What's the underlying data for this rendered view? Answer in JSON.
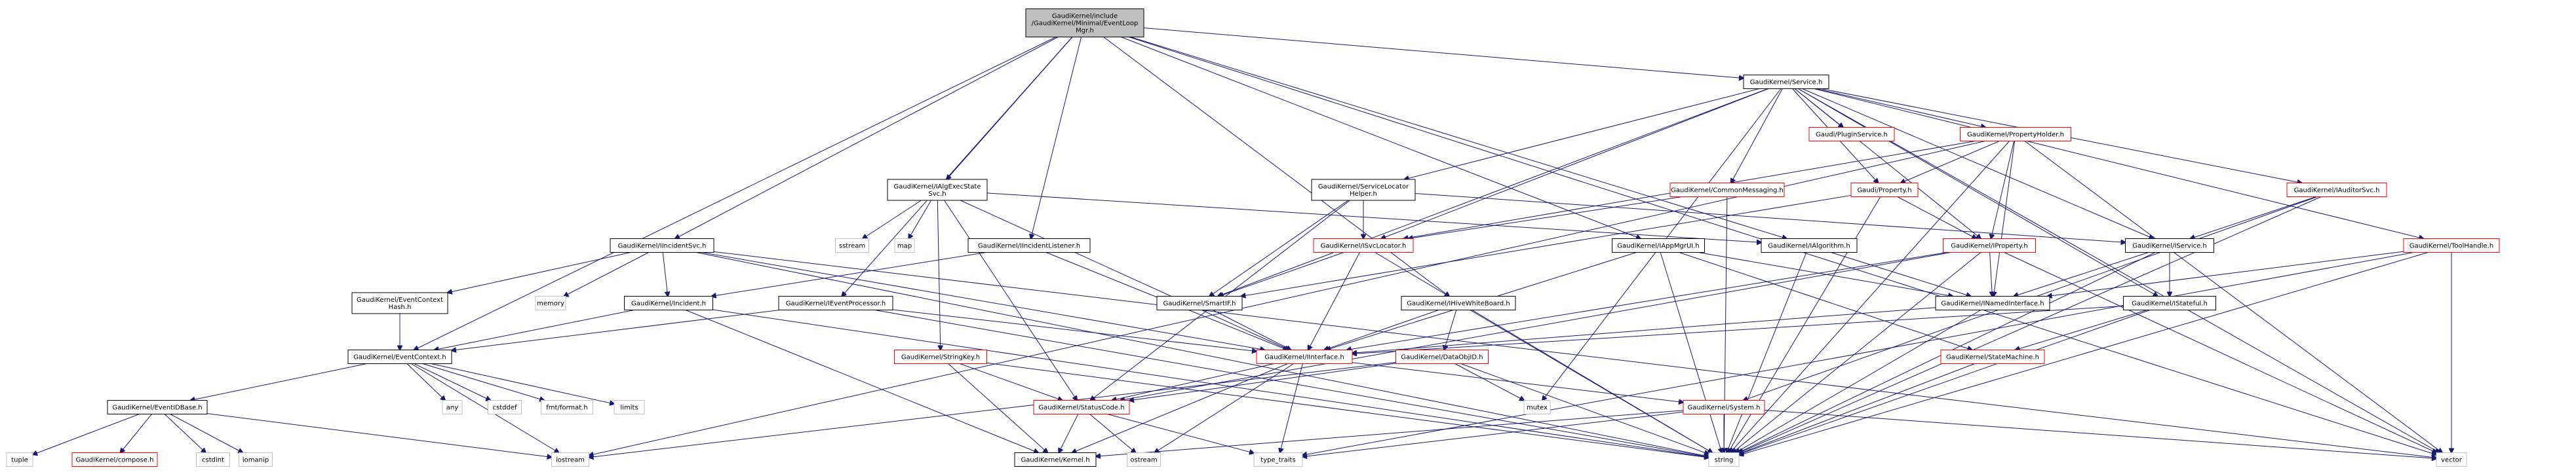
{
  "diagram": {
    "type": "include-dependency-graph",
    "colors": {
      "edge": "#191970",
      "box_default": "#000000",
      "box_red": "#ff0000",
      "box_gray": "#bfbfbf",
      "root_fill": "#bfbfbf",
      "text": "#000000"
    },
    "nodes": [
      {
        "id": "root",
        "lines": [
          "GaudiKernel/include",
          "/GaudiKernel/Minimal/EventLoop",
          "Mgr.h"
        ],
        "style": "root"
      },
      {
        "id": "service",
        "lines": [
          "GaudiKernel/Service.h"
        ],
        "style": "black"
      },
      {
        "id": "pluginservice",
        "lines": [
          "Gaudi/PluginService.h"
        ],
        "style": "red"
      },
      {
        "id": "propertyholder",
        "lines": [
          "GaudiKernel/PropertyHolder.h"
        ],
        "style": "red"
      },
      {
        "id": "commonmessaging",
        "lines": [
          "GaudiKernel/CommonMessaging.h"
        ],
        "style": "red"
      },
      {
        "id": "gaudiproperty",
        "lines": [
          "Gaudi/Property.h"
        ],
        "style": "red"
      },
      {
        "id": "iproperty",
        "lines": [
          "GaudiKernel/IProperty.h"
        ],
        "style": "red"
      },
      {
        "id": "iauditorsvc",
        "lines": [
          "GaudiKernel/IAuditorSvc.h"
        ],
        "style": "red"
      },
      {
        "id": "toolhandle",
        "lines": [
          "GaudiKernel/ToolHandle.h"
        ],
        "style": "red"
      },
      {
        "id": "servicelocatorhelper",
        "lines": [
          "GaudiKernel/ServiceLocator",
          "Helper.h"
        ],
        "style": "black"
      },
      {
        "id": "isvclocator",
        "lines": [
          "GaudiKernel/ISvcLocator.h"
        ],
        "style": "red"
      },
      {
        "id": "ialgexecstatesvc",
        "lines": [
          "GaudiKernel/IAlgExecState",
          "Svc.h"
        ],
        "style": "black"
      },
      {
        "id": "iincidentsvc",
        "lines": [
          "GaudiKernel/IIncidentSvc.h"
        ],
        "style": "black"
      },
      {
        "id": "iincidentlistener",
        "lines": [
          "GaudiKernel/IIncidentListener.h"
        ],
        "style": "black"
      },
      {
        "id": "iappmgrui",
        "lines": [
          "GaudiKernel/IAppMgrUI.h"
        ],
        "style": "black"
      },
      {
        "id": "ialgorithm",
        "lines": [
          "GaudiKernel/IAlgorithm.h"
        ],
        "style": "black"
      },
      {
        "id": "iservice",
        "lines": [
          "GaudiKernel/IService.h"
        ],
        "style": "black"
      },
      {
        "id": "eventcontexthash",
        "lines": [
          "GaudiKernel/EventContext",
          "Hash.h"
        ],
        "style": "black"
      },
      {
        "id": "incident",
        "lines": [
          "GaudiKernel/Incident.h"
        ],
        "style": "black"
      },
      {
        "id": "ieventprocessor",
        "lines": [
          "GaudiKernel/IEventProcessor.h"
        ],
        "style": "black"
      },
      {
        "id": "smartif",
        "lines": [
          "GaudiKernel/SmartIF.h"
        ],
        "style": "black"
      },
      {
        "id": "ihivewhiteboard",
        "lines": [
          "GaudiKernel/IHiveWhiteBoard.h"
        ],
        "style": "black"
      },
      {
        "id": "inamedinterface",
        "lines": [
          "GaudiKernel/INamedInterface.h"
        ],
        "style": "black"
      },
      {
        "id": "istateful",
        "lines": [
          "GaudiKernel/IStateful.h"
        ],
        "style": "black"
      },
      {
        "id": "eventcontext",
        "lines": [
          "GaudiKernel/EventContext.h"
        ],
        "style": "black"
      },
      {
        "id": "stringkey",
        "lines": [
          "GaudiKernel/StringKey.h"
        ],
        "style": "red"
      },
      {
        "id": "iinterface",
        "lines": [
          "GaudiKernel/IInterface.h"
        ],
        "style": "red"
      },
      {
        "id": "dataobjid",
        "lines": [
          "GaudiKernel/DataObjID.h"
        ],
        "style": "red"
      },
      {
        "id": "statemachine",
        "lines": [
          "GaudiKernel/StateMachine.h"
        ],
        "style": "red"
      },
      {
        "id": "eventidbase",
        "lines": [
          "GaudiKernel/EventIDBase.h"
        ],
        "style": "black"
      },
      {
        "id": "statuscode",
        "lines": [
          "GaudiKernel/StatusCode.h"
        ],
        "style": "red"
      },
      {
        "id": "system",
        "lines": [
          "GaudiKernel/System.h"
        ],
        "style": "red"
      },
      {
        "id": "kernel",
        "lines": [
          "GaudiKernel/Kernel.h"
        ],
        "style": "black"
      },
      {
        "id": "compose",
        "lines": [
          "GaudiKernel/compose.h"
        ],
        "style": "red"
      },
      {
        "id": "sstream",
        "lines": [
          "sstream"
        ],
        "style": "gray"
      },
      {
        "id": "map",
        "lines": [
          "map"
        ],
        "style": "gray"
      },
      {
        "id": "memory",
        "lines": [
          "memory"
        ],
        "style": "gray"
      },
      {
        "id": "any",
        "lines": [
          "any"
        ],
        "style": "gray"
      },
      {
        "id": "cstddef",
        "lines": [
          "cstddef"
        ],
        "style": "gray"
      },
      {
        "id": "fmtformat",
        "lines": [
          "fmt/format.h"
        ],
        "style": "gray"
      },
      {
        "id": "limits",
        "lines": [
          "limits"
        ],
        "style": "gray"
      },
      {
        "id": "mutex",
        "lines": [
          "mutex"
        ],
        "style": "gray"
      },
      {
        "id": "tuple",
        "lines": [
          "tuple"
        ],
        "style": "gray"
      },
      {
        "id": "cstdint",
        "lines": [
          "cstdint"
        ],
        "style": "gray"
      },
      {
        "id": "iomanip",
        "lines": [
          "iomanip"
        ],
        "style": "gray"
      },
      {
        "id": "iostream",
        "lines": [
          "iostream"
        ],
        "style": "gray"
      },
      {
        "id": "ostream",
        "lines": [
          "ostream"
        ],
        "style": "gray"
      },
      {
        "id": "typetraits",
        "lines": [
          "type_traits"
        ],
        "style": "gray"
      },
      {
        "id": "string",
        "lines": [
          "string"
        ],
        "style": "gray"
      },
      {
        "id": "vector",
        "lines": [
          "vector"
        ],
        "style": "gray"
      }
    ],
    "edges": [
      [
        "root",
        "service"
      ],
      [
        "root",
        "ialgexecstatesvc"
      ],
      [
        "root",
        "iincidentsvc"
      ],
      [
        "root",
        "iincidentlistener"
      ],
      [
        "root",
        "ieventprocessor"
      ],
      [
        "root",
        "eventcontext"
      ],
      [
        "root",
        "ihivewhiteboard"
      ],
      [
        "root",
        "iappmgrui"
      ],
      [
        "root",
        "ialgorithm"
      ],
      [
        "root",
        "vector"
      ],
      [
        "service",
        "pluginservice"
      ],
      [
        "service",
        "propertyholder"
      ],
      [
        "service",
        "commonmessaging"
      ],
      [
        "service",
        "gaudiproperty"
      ],
      [
        "service",
        "iproperty"
      ],
      [
        "service",
        "iauditorsvc"
      ],
      [
        "service",
        "toolhandle"
      ],
      [
        "service",
        "servicelocatorhelper"
      ],
      [
        "service",
        "isvclocator"
      ],
      [
        "service",
        "iservice"
      ],
      [
        "service",
        "istateful"
      ],
      [
        "service",
        "smartif"
      ],
      [
        "service",
        "mutex"
      ],
      [
        "service",
        "vector"
      ],
      [
        "propertyholder",
        "gaudiproperty"
      ],
      [
        "propertyholder",
        "iproperty"
      ],
      [
        "propertyholder",
        "inamedinterface"
      ],
      [
        "propertyholder",
        "isvclocator"
      ],
      [
        "propertyholder",
        "iostream"
      ],
      [
        "propertyholder",
        "string"
      ],
      [
        "propertyholder",
        "vector"
      ],
      [
        "commonmessaging",
        "isvclocator"
      ],
      [
        "commonmessaging",
        "string"
      ],
      [
        "gaudiproperty",
        "iproperty"
      ],
      [
        "gaudiproperty",
        "smartif"
      ],
      [
        "gaudiproperty",
        "string"
      ],
      [
        "iproperty",
        "iinterface"
      ],
      [
        "iproperty",
        "inamedinterface"
      ],
      [
        "iproperty",
        "statuscode"
      ],
      [
        "iproperty",
        "string"
      ],
      [
        "iproperty",
        "vector"
      ],
      [
        "iauditorsvc",
        "iservice"
      ],
      [
        "iauditorsvc",
        "system"
      ],
      [
        "iauditorsvc",
        "string"
      ],
      [
        "toolhandle",
        "inamedinterface"
      ],
      [
        "toolhandle",
        "string"
      ],
      [
        "toolhandle",
        "vector"
      ],
      [
        "toolhandle",
        "typetraits"
      ],
      [
        "servicelocatorhelper",
        "isvclocator"
      ],
      [
        "servicelocatorhelper",
        "smartif"
      ],
      [
        "servicelocatorhelper",
        "iservice"
      ],
      [
        "servicelocatorhelper",
        "statuscode"
      ],
      [
        "isvclocator",
        "iinterface"
      ],
      [
        "isvclocator",
        "smartif"
      ],
      [
        "isvclocator",
        "string"
      ],
      [
        "ialgexecstatesvc",
        "iinterface"
      ],
      [
        "ialgexecstatesvc",
        "statuscode"
      ],
      [
        "ialgexecstatesvc",
        "stringkey"
      ],
      [
        "ialgexecstatesvc",
        "sstream"
      ],
      [
        "ialgexecstatesvc",
        "map"
      ],
      [
        "ialgexecstatesvc",
        "ialgorithm"
      ],
      [
        "iincidentsvc",
        "iinterface"
      ],
      [
        "iincidentsvc",
        "incident"
      ],
      [
        "iincidentsvc",
        "eventcontexthash"
      ],
      [
        "iincidentsvc",
        "memory"
      ],
      [
        "iincidentsvc",
        "string"
      ],
      [
        "iincidentsvc",
        "vector"
      ],
      [
        "iincidentlistener",
        "iinterface"
      ],
      [
        "iincidentlistener",
        "incident"
      ],
      [
        "iappmgrui",
        "iinterface"
      ],
      [
        "iappmgrui",
        "inamedinterface"
      ],
      [
        "iappmgrui",
        "statemachine"
      ],
      [
        "iappmgrui",
        "string"
      ],
      [
        "ialgorithm",
        "inamedinterface"
      ],
      [
        "ialgorithm",
        "string"
      ],
      [
        "iservice",
        "inamedinterface"
      ],
      [
        "iservice",
        "istateful"
      ],
      [
        "iservice",
        "string"
      ],
      [
        "eventcontexthash",
        "eventcontext"
      ],
      [
        "incident",
        "eventcontext"
      ],
      [
        "incident",
        "kernel"
      ],
      [
        "incident",
        "string"
      ],
      [
        "ieventprocessor",
        "iinterface"
      ],
      [
        "ieventprocessor",
        "eventcontext"
      ],
      [
        "ieventprocessor",
        "string"
      ],
      [
        "smartif",
        "iinterface"
      ],
      [
        "ihivewhiteboard",
        "iinterface"
      ],
      [
        "ihivewhiteboard",
        "dataobjid"
      ],
      [
        "ihivewhiteboard",
        "string"
      ],
      [
        "inamedinterface",
        "iinterface"
      ],
      [
        "inamedinterface",
        "string"
      ],
      [
        "istateful",
        "iinterface"
      ],
      [
        "istateful",
        "statemachine"
      ],
      [
        "istateful",
        "string"
      ],
      [
        "eventcontext",
        "eventidbase"
      ],
      [
        "eventcontext",
        "any"
      ],
      [
        "eventcontext",
        "cstddef"
      ],
      [
        "eventcontext",
        "fmtformat"
      ],
      [
        "eventcontext",
        "limits"
      ],
      [
        "eventcontext",
        "iostream"
      ],
      [
        "stringkey",
        "statuscode"
      ],
      [
        "stringkey",
        "kernel"
      ],
      [
        "stringkey",
        "string"
      ],
      [
        "iinterface",
        "statuscode"
      ],
      [
        "iinterface",
        "kernel"
      ],
      [
        "iinterface",
        "system"
      ],
      [
        "iinterface",
        "ostream"
      ],
      [
        "iinterface",
        "typetraits"
      ],
      [
        "dataobjid",
        "statuscode"
      ],
      [
        "dataobjid",
        "mutex"
      ],
      [
        "dataobjid",
        "iostream"
      ],
      [
        "dataobjid",
        "string"
      ],
      [
        "statemachine",
        "string"
      ],
      [
        "eventidbase",
        "tuple"
      ],
      [
        "eventidbase",
        "compose"
      ],
      [
        "eventidbase",
        "cstdint"
      ],
      [
        "eventidbase",
        "iomanip"
      ],
      [
        "eventidbase",
        "iostream"
      ],
      [
        "statuscode",
        "kernel"
      ],
      [
        "statuscode",
        "ostream"
      ],
      [
        "statuscode",
        "typetraits"
      ],
      [
        "system",
        "kernel"
      ],
      [
        "system",
        "string"
      ],
      [
        "system",
        "vector"
      ],
      [
        "system",
        "typetraits"
      ]
    ]
  }
}
